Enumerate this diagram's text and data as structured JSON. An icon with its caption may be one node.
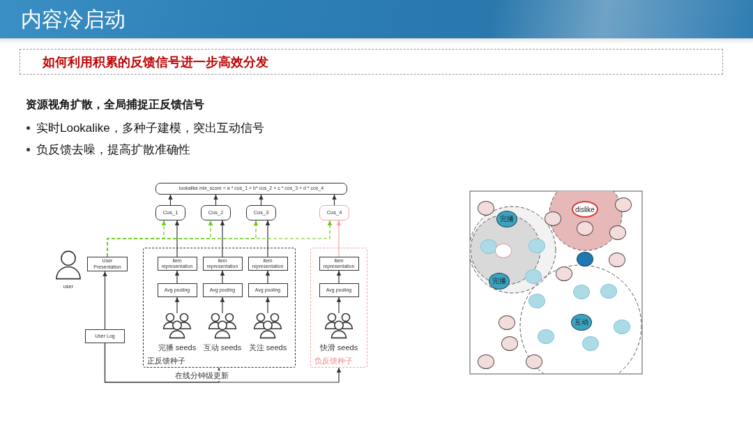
{
  "diagram": {
    "title": "内容冷启动",
    "nodes": [
      {
        "text": [
          "如何利用积累的反馈信号进一步高效分发"
        ]
      },
      {
        "text": [
          "lookalike mix_score = a * cos_1 + b* cos_2 + c * cos_3 + d * cos_4"
        ]
      },
      {
        "text": [
          "Cos_1"
        ]
      },
      {
        "text": [
          "Cos_2"
        ]
      },
      {
        "text": [
          "Cos_3"
        ]
      },
      {
        "text": [
          "Cos_4"
        ]
      },
      {
        "text": [],
        "shape": "person",
        "beside": [
          "user"
        ]
      },
      {
        "text": [
          "User Presentation"
        ]
      },
      {
        "text": [
          "正反馈种子"
        ]
      },
      {
        "text": [
          "item representation"
        ],
        "in": 8
      },
      {
        "text": [
          "item representation"
        ],
        "in": 8
      },
      {
        "text": [
          "item representation"
        ],
        "in": 8
      },
      {
        "text": [
          "Avg pooling"
        ],
        "in": 8
      },
      {
        "text": [
          "Avg pooling"
        ],
        "in": 8
      },
      {
        "text": [
          "Avg pooling"
        ],
        "in": 8
      },
      {
        "text": [
          "完播 seeds"
        ],
        "in": 8
      },
      {
        "text": [
          "互动 seeds"
        ],
        "in": 8
      },
      {
        "text": [
          "关注 seeds"
        ],
        "in": 8
      },
      {
        "text": [
          "负反馈种子"
        ]
      },
      {
        "text": [
          "item representation"
        ],
        "in": 18
      },
      {
        "text": [
          "Avg pooling"
        ],
        "in": 18
      },
      {
        "text": [
          "快滑 seeds"
        ],
        "in": 18
      },
      {
        "text": [
          "User Log"
        ]
      },
      {
        "text": [],
        "shape": "circle"
      },
      {
        "text": [],
        "shape": "circle"
      },
      {
        "text": [
          "dislike"
        ]
      },
      {
        "text": [],
        "shape": "circle"
      },
      {
        "text": [
          "完播"
        ]
      },
      {
        "text": [],
        "shape": "circle"
      },
      {
        "text": [],
        "shape": "circle"
      },
      {
        "text": [],
        "shape": "circle"
      },
      {
        "text": [],
        "shape": "circle"
      },
      {
        "text": [],
        "shape": "circle"
      },
      {
        "text": [],
        "shape": "circle"
      },
      {
        "text": [],
        "shape": "circle"
      },
      {
        "text": [],
        "shape": "circle"
      },
      {
        "text": [],
        "shape": "circle"
      },
      {
        "text": [
          "完播"
        ]
      },
      {
        "text": [],
        "shape": "circle"
      },
      {
        "text": [],
        "shape": "circle"
      },
      {
        "text": [],
        "shape": "circle"
      },
      {
        "text": [],
        "shape": "circle"
      },
      {
        "text": [
          "互动"
        ]
      },
      {
        "text": [],
        "shape": "circle"
      },
      {
        "text": [],
        "shape": "circle"
      },
      {
        "text": [],
        "shape": "circle"
      },
      {
        "text": [],
        "shape": "circle"
      },
      {
        "text": [],
        "shape": "circle"
      },
      {
        "text": [],
        "shape": "circle"
      }
    ],
    "edges": [
      {
        "from": 2,
        "to": 1,
        "arrow": "to"
      },
      {
        "from": 3,
        "to": 1,
        "arrow": "to"
      },
      {
        "from": 4,
        "to": 1,
        "arrow": "to"
      },
      {
        "from": 5,
        "to": 1,
        "arrow": "to"
      },
      {
        "from": 9,
        "to": 2,
        "arrow": "to"
      },
      {
        "from": 10,
        "to": 3,
        "arrow": "to"
      },
      {
        "from": 11,
        "to": 4,
        "arrow": "to"
      },
      {
        "from": 19,
        "to": 5,
        "arrow": "to",
        "color": "#f4a3a3"
      },
      {
        "from": 12,
        "to": 9,
        "arrow": "to"
      },
      {
        "from": 13,
        "to": 10,
        "arrow": "to"
      },
      {
        "from": 14,
        "to": 11,
        "arrow": "to"
      },
      {
        "from": 20,
        "to": 19,
        "arrow": "to"
      },
      {
        "from": 15,
        "to": 12,
        "arrow": "to"
      },
      {
        "from": 16,
        "to": 13,
        "arrow": "to"
      },
      {
        "from": 17,
        "to": 14,
        "arrow": "to"
      },
      {
        "from": 21,
        "to": 20,
        "arrow": "to"
      },
      {
        "from": 7,
        "to": 2,
        "arrow": "to",
        "style": "dashed",
        "color": "#66cc11"
      },
      {
        "from": 7,
        "to": 3,
        "arrow": "to",
        "style": "dashed",
        "color": "#66cc11"
      },
      {
        "from": 7,
        "to": 4,
        "arrow": "to",
        "style": "dashed",
        "color": "#66cc11"
      },
      {
        "from": 7,
        "to": 5,
        "arrow": "to",
        "style": "dashed",
        "color": "#66cc11"
      },
      {
        "from": 22,
        "to": 7,
        "arrow": "to"
      },
      {
        "from": 22,
        "to": 8,
        "arrow": "to",
        "label": "在线分钟级更新"
      },
      {
        "from": 22,
        "to": 18,
        "arrow": "to"
      }
    ],
    "labels": [
      "资源视角扩散，全局捕捉正反馈信号",
      "实时Lookalike，多种子建模，突出互动信号",
      "负反馈去噪，提高扩散准确性"
    ]
  }
}
